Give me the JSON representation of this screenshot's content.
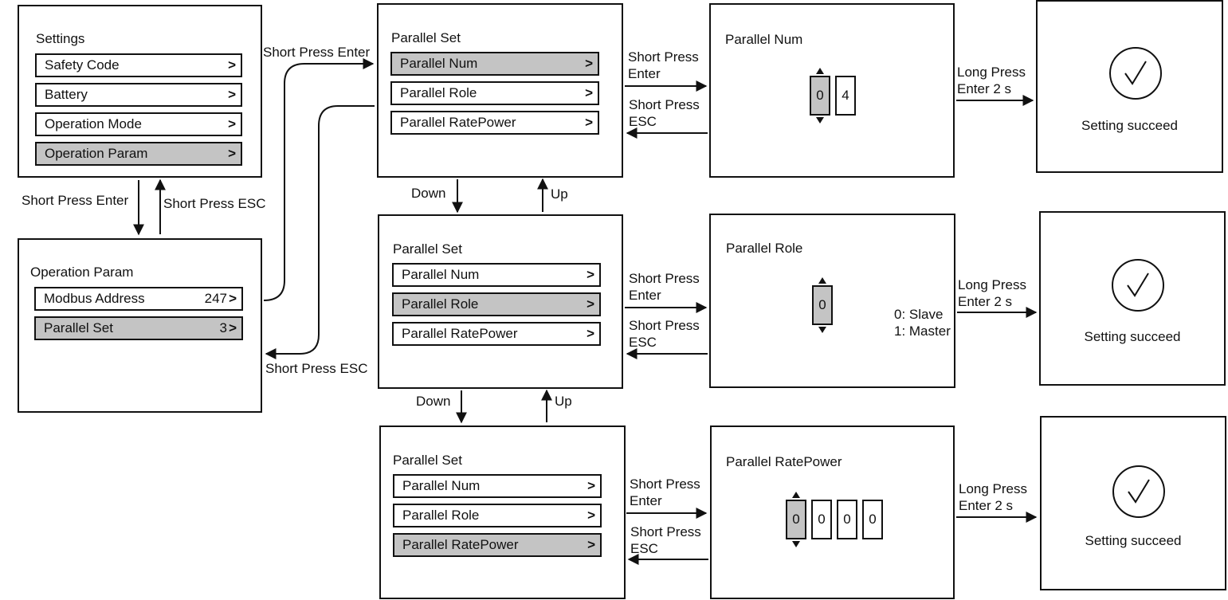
{
  "settings": {
    "title": "Settings",
    "items": [
      {
        "label": "Safety Code",
        "arrow": ">"
      },
      {
        "label": "Battery",
        "arrow": ">"
      },
      {
        "label": "Operation Mode",
        "arrow": ">"
      },
      {
        "label": "Operation Param",
        "arrow": ">"
      }
    ]
  },
  "operation_param": {
    "title": "Operation Param",
    "items": [
      {
        "label": "Modbus Address",
        "value": "247",
        "arrow": ">"
      },
      {
        "label": "Parallel Set",
        "value": "3",
        "arrow": ">"
      }
    ]
  },
  "parallel_set": {
    "title": "Parallel Set",
    "items": [
      {
        "label": "Parallel Num",
        "arrow": ">"
      },
      {
        "label": "Parallel Role",
        "arrow": ">"
      },
      {
        "label": "Parallel RatePower",
        "arrow": ">"
      }
    ]
  },
  "parallel_num": {
    "title": "Parallel Num",
    "digits": [
      "0",
      "4"
    ]
  },
  "parallel_role": {
    "title": "Parallel Role",
    "digit": "0",
    "option0": "0: Slave",
    "option1": "1: Master"
  },
  "parallel_ratepower": {
    "title": "Parallel RatePower",
    "digits": [
      "0",
      "0",
      "0",
      "0"
    ]
  },
  "success": {
    "text": "Setting succeed"
  },
  "arrows": {
    "short_press_enter": "Short Press Enter",
    "short_press_esc": "Short Press ESC",
    "short_press": "Short Press",
    "enter": "Enter",
    "esc": "ESC",
    "long_press": "Long Press",
    "enter_2s": "Enter 2 s",
    "down": "Down",
    "up": "Up"
  }
}
